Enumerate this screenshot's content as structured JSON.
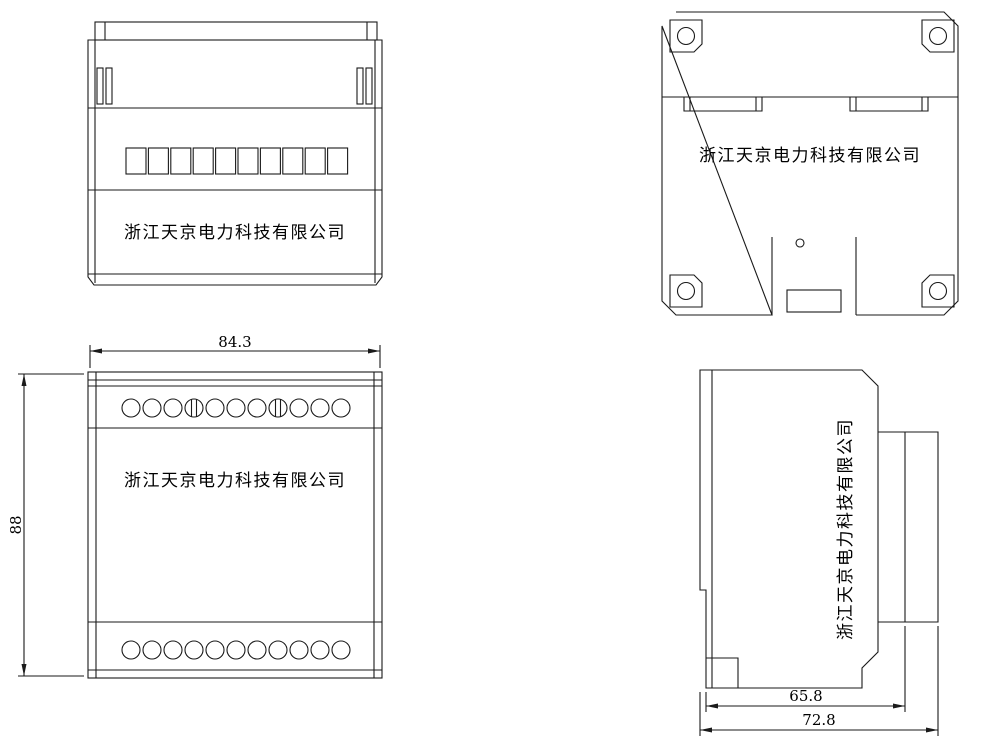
{
  "company_name": "浙江天京电力科技有限公司",
  "views": {
    "front_top": {
      "label": "浙江天京电力科技有限公司",
      "terminal_windows": 10
    },
    "back": {
      "label": "浙江天京电力科技有限公司",
      "corner_screws": 4
    },
    "front_dim": {
      "label": "浙江天京电力科技有限公司",
      "terminals_per_row": 11,
      "slotted_terminals": [
        3,
        7
      ],
      "width_dim": "84.3",
      "height_dim": "88"
    },
    "side": {
      "label": "浙江天京电力科技有限公司",
      "body_depth_dim": "65.8",
      "total_depth_dim": "72.8"
    }
  },
  "colors": {
    "line": "#1a1a1a",
    "background": "#ffffff"
  }
}
